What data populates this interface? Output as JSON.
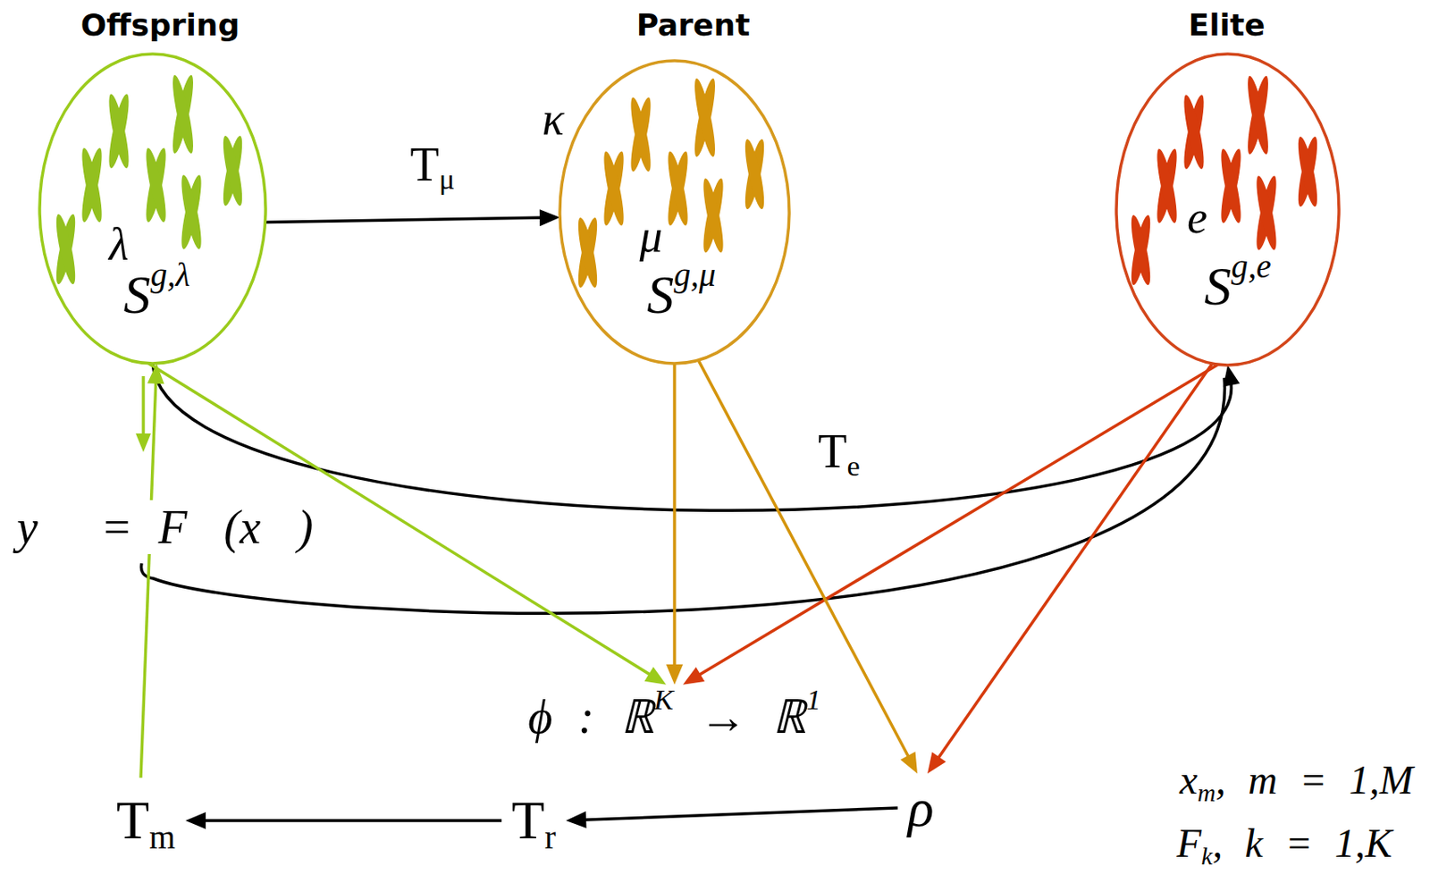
{
  "diagram": {
    "nodes": [
      {
        "text": [
          "Offspring",
          "λ",
          "Sg,λ"
        ]
      },
      {
        "text": [
          "Parent",
          "κ",
          "μ",
          "Sg,μ"
        ]
      },
      {
        "text": [
          "Elite",
          "e",
          "Sg,e"
        ]
      },
      {
        "text": [
          "ϕ : ℝK → ℝ1"
        ]
      },
      {
        "text": [
          "ρ"
        ]
      },
      {
        "text": [
          "Tr"
        ]
      },
      {
        "text": [
          "Tm"
        ]
      }
    ],
    "edges": [
      {
        "from": 0,
        "to": 1,
        "arrow": "to",
        "label": "Tμ"
      },
      {
        "from": 0,
        "to": 2,
        "arrow": "to",
        "label": "Te"
      },
      {
        "from": 0,
        "to": 3,
        "arrow": "to"
      },
      {
        "from": 1,
        "to": 3,
        "arrow": "to"
      },
      {
        "from": 2,
        "to": 3,
        "arrow": "to"
      },
      {
        "from": 1,
        "to": 4,
        "arrow": "to"
      },
      {
        "from": 2,
        "to": 4,
        "arrow": "to"
      },
      {
        "from": 4,
        "to": 5,
        "arrow": "to"
      },
      {
        "from": 5,
        "to": 6,
        "arrow": "to"
      },
      {
        "from": 6,
        "to": 0,
        "arrow": "to"
      }
    ],
    "labels": [
      "y⃗ = F⃗(x⃗)",
      "xm, m = 1,M",
      "Fk, k = 1,K"
    ]
  }
}
